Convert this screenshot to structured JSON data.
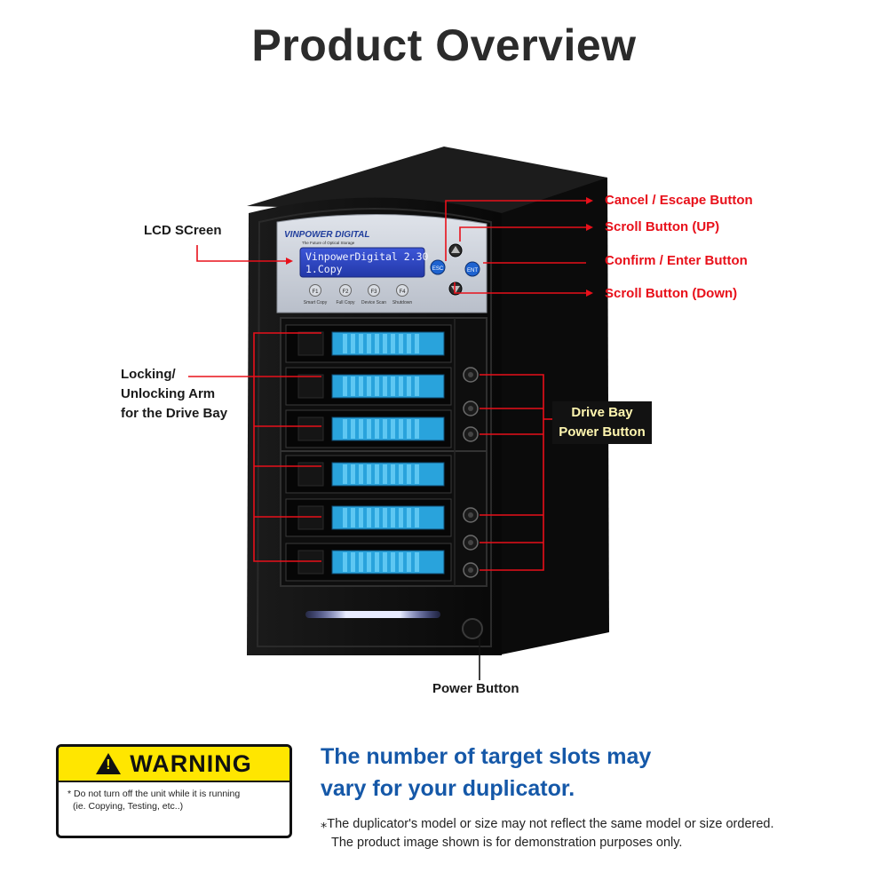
{
  "title": "Product Overview",
  "lcd": {
    "brand": "VINPOWER DIGITAL",
    "tagline": "The Future of Optical Storage",
    "line1": "VinpowerDigital 2.30",
    "line2": "1.Copy"
  },
  "panel_buttons": {
    "esc": "ESC",
    "ent": "ENT",
    "f1": "F1",
    "f2": "F2",
    "f3": "F3",
    "f4": "F4",
    "f1_caption": "Smart Copy",
    "f2_caption": "Full Copy",
    "f3_caption": "Device Scan",
    "f4_caption": "Shutdown"
  },
  "labels": {
    "lcd_screen": "LCD SCreen",
    "locking_1": "Locking/",
    "locking_2": "Unlocking Arm",
    "locking_3": "for the Drive Bay",
    "cancel": "Cancel / Escape Button",
    "scroll_up": "Scroll Button (UP)",
    "confirm": "Confirm / Enter Button",
    "scroll_down": "Scroll Button (Down)",
    "drive_bay_1": "Drive Bay",
    "drive_bay_2": "Power Button",
    "power": "Power Button"
  },
  "warning": {
    "heading": "WARNING",
    "line1": "* Do not turn off the unit while it is running",
    "line2": "(ie. Copying, Testing, etc..)"
  },
  "note": {
    "line1": "The number of target slots may",
    "line2": "vary for your duplicator.",
    "fine1": "⁎The duplicator's model or size may not reflect the same model or size ordered.",
    "fine2": "The product image shown is for demonstration purposes only."
  },
  "colors": {
    "annotation_red": "#e8101a",
    "heading_blue": "#1558a8",
    "warning_yellow": "#ffe600",
    "drive_blue": "#29a3dc",
    "cream_label": "#fff6b0"
  }
}
